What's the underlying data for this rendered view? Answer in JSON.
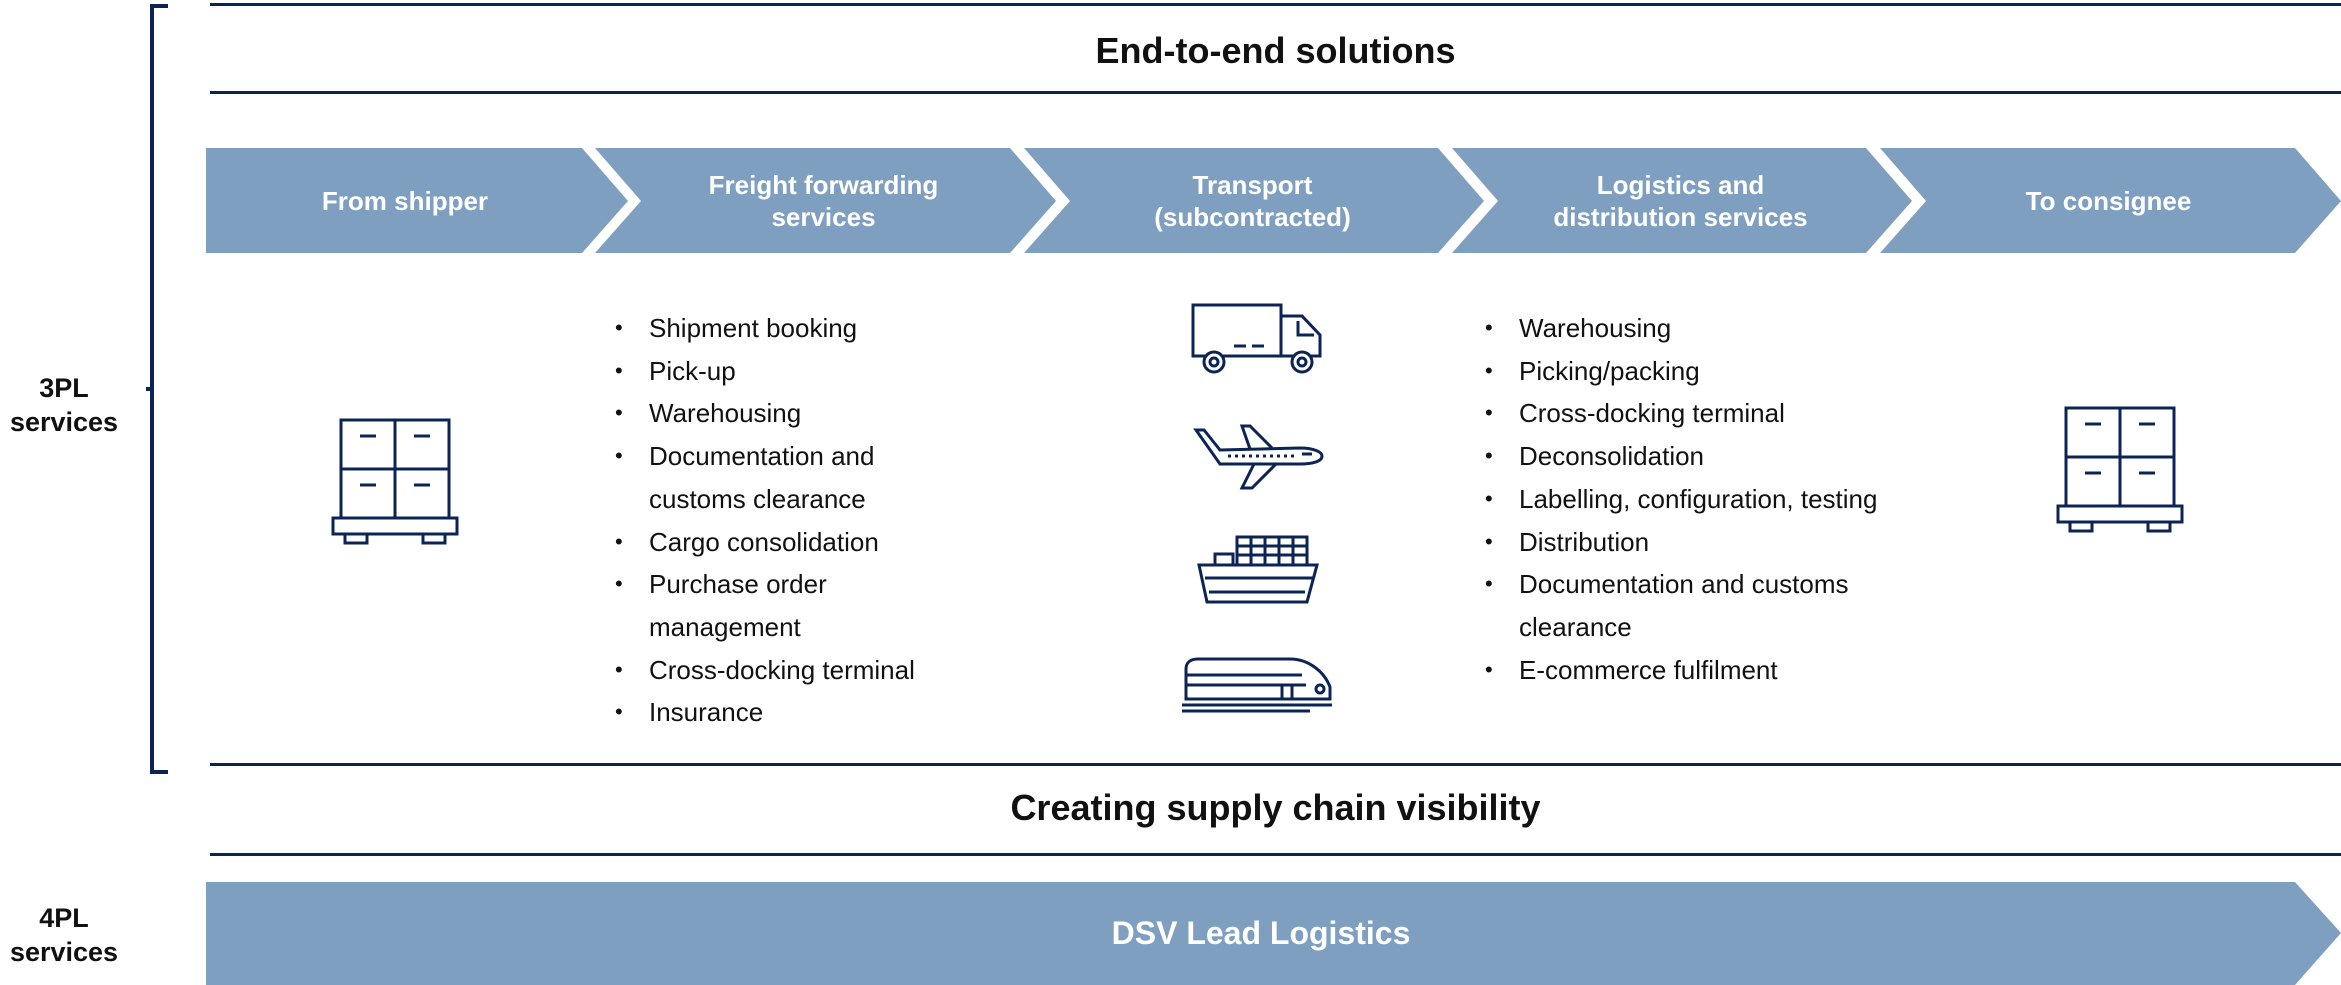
{
  "side_labels": {
    "three_pl": "3PL\nservices",
    "four_pl": "4PL\nservices"
  },
  "top_banner": "End-to-end solutions",
  "middle_banner": "Creating supply chain visibility",
  "stages": [
    {
      "label": "From shipper"
    },
    {
      "label": "Freight forwarding\nservices"
    },
    {
      "label": "Transport\n(subcontracted)"
    },
    {
      "label": "Logistics and\ndistribution services"
    },
    {
      "label": "To consignee"
    }
  ],
  "freight_forwarding_items": [
    "Shipment booking",
    "Pick-up",
    "Warehousing",
    "Documentation and\ncustoms clearance",
    "Cargo consolidation",
    "Purchase order\nmanagement",
    "Cross-docking terminal",
    "Insurance"
  ],
  "logistics_items": [
    "Warehousing",
    "Picking/packing",
    "Cross-docking terminal",
    "Deconsolidation",
    "Labelling, configuration, testing",
    "Distribution",
    "Documentation and customs\nclearance",
    "E-commerce fulfilment"
  ],
  "transport_icons": [
    "truck-icon",
    "airplane-icon",
    "ship-icon",
    "train-icon"
  ],
  "shipper_icon": "pallet-boxes-icon",
  "consignee_icon": "pallet-boxes-icon",
  "lead_logistics": "DSV Lead Logistics",
  "colors": {
    "navy": "#0c2455",
    "chevron_fill": "#7f9fc0",
    "text": "#111111",
    "chevron_text": "#ffffff"
  }
}
